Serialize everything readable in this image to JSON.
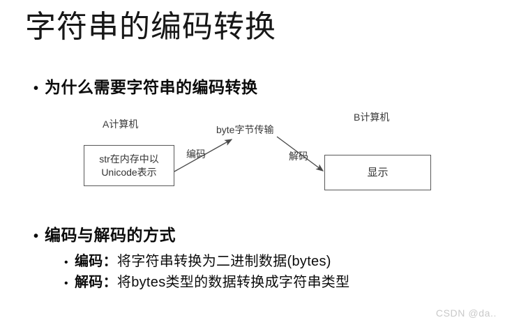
{
  "slide": {
    "title": "字符串的编码转换"
  },
  "bullets": {
    "why": {
      "marker": "•",
      "text": "为什么需要字符串的编码转换"
    },
    "ways": {
      "marker": "•",
      "text": "编码与解码的方式",
      "sub": [
        {
          "marker": "•",
          "lead": "编码：",
          "text": "将字符串转换为二进制数据(bytes)"
        },
        {
          "marker": "•",
          "lead": "解码：",
          "text": "将bytes类型的数据转换成字符串类型"
        }
      ]
    }
  },
  "diagram": {
    "computer_a_label": "A计算机",
    "computer_b_label": "B计算机",
    "box_a_text_line1": "str在内存中以",
    "box_a_text_line2": "Unicode表示",
    "box_b_text": "显示",
    "transport_label": "byte字节传输",
    "encode_label": "编码",
    "decode_label": "解码",
    "stroke_color": "#585858",
    "text_color": "#333333"
  },
  "watermark": {
    "text": "CSDN @da.."
  }
}
